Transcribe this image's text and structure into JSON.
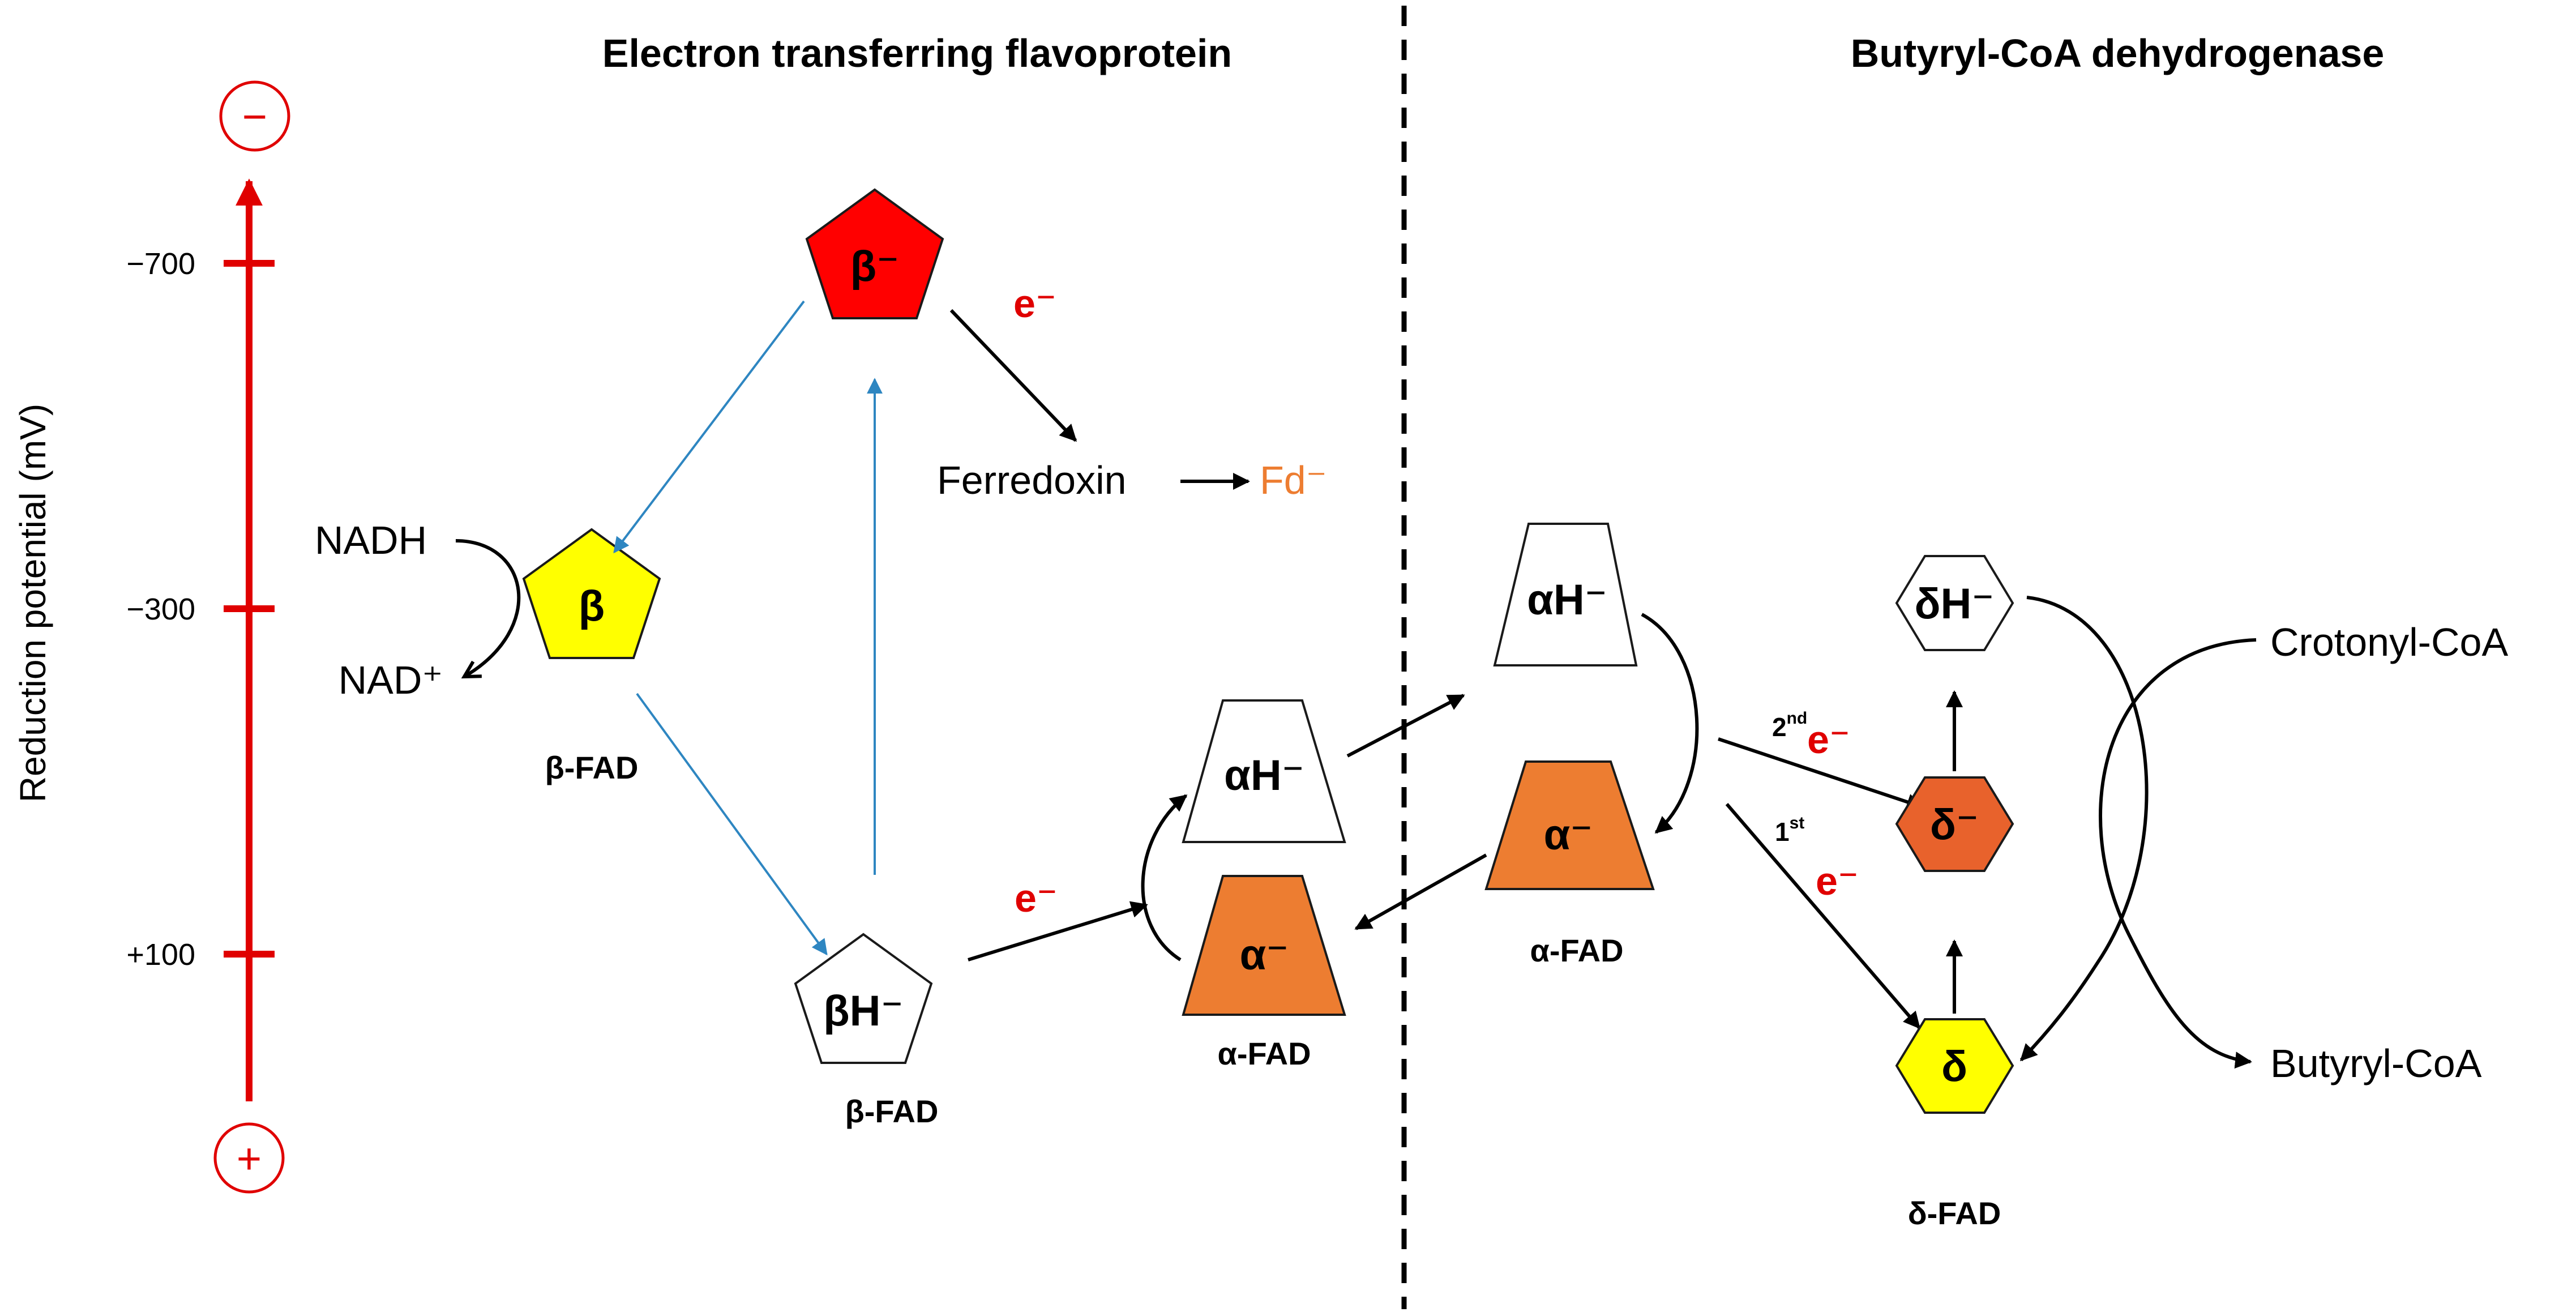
{
  "titles": {
    "left": "Electron transferring flavoprotein",
    "right": "Butyryl-CoA dehydrogenase"
  },
  "axis": {
    "label": "Reduction potential (mV)",
    "ticks": [
      "−700",
      "−300",
      "+100"
    ],
    "top_symbol": "−",
    "bottom_symbol": "+"
  },
  "nodes": {
    "beta_minus": "β⁻",
    "beta": "β",
    "beta_h_minus": "βH⁻",
    "alpha_h_minus_left": "αH⁻",
    "alpha_minus_left": "α⁻",
    "alpha_h_minus_right": "αH⁻",
    "alpha_minus_right": "α⁻",
    "delta_h_minus": "δH⁻",
    "delta_minus": "δ⁻",
    "delta": "δ"
  },
  "captions": {
    "beta_fad_1": "β-FAD",
    "beta_fad_2": "β-FAD",
    "alpha_fad_1": "α-FAD",
    "alpha_fad_2": "α-FAD",
    "delta_fad": "δ-FAD"
  },
  "labels": {
    "nadh": "NADH",
    "nad_plus": "NAD⁺",
    "ferredoxin": "Ferredoxin",
    "fd_minus": "Fd⁻",
    "crotonyl": "Crotonyl-CoA",
    "butyryl": "Butyryl-CoA",
    "e_minus_1": "e⁻",
    "e_minus_2": "e⁻",
    "e_minus_3": "e⁻",
    "e_minus_4": "e⁻",
    "second_num": "2",
    "second_sup": "nd",
    "first_num": "1",
    "first_sup": "st"
  },
  "colors": {
    "axis_red": "#e00000",
    "beta_minus_fill": "#ff0000",
    "yellow_fill": "#ffff00",
    "alpha_orange": "#ed7d31",
    "delta_minus_fill": "#e8622c",
    "blue_arrow": "#2e86c1"
  }
}
